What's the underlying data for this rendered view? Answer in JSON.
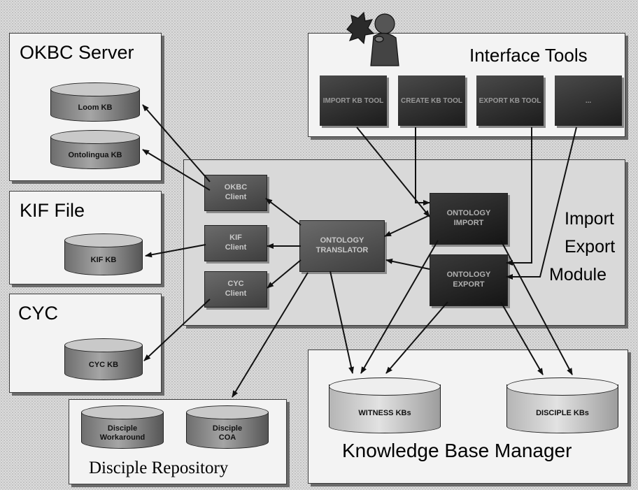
{
  "panels": {
    "okbc_server": "OKBC Server",
    "kif_file": "KIF File",
    "cyc": "CYC",
    "interface_tools": "Interface Tools",
    "import_export_module": [
      "Import",
      "Export",
      "Module"
    ],
    "disciple_repository": "Disciple Repository",
    "kb_manager": "Knowledge Base Manager"
  },
  "databases": {
    "loom_kb": "Loom KB",
    "ontolingua_kb": "Ontolingua KB",
    "kif_kb": "KIF KB",
    "cyc_kb": "CYC KB",
    "witness_kbs": "WITNESS KBs",
    "disciple_kbs": "DISCIPLE KBs",
    "disciple_workaround": [
      "Disciple",
      "Workaround"
    ],
    "disciple_coa": [
      "Disciple",
      "COA"
    ]
  },
  "tools": [
    "IMPORT KB TOOL",
    "CREATE KB TOOL",
    "EXPORT KB TOOL",
    "..."
  ],
  "clients": {
    "okbc": [
      "OKBC",
      "Client"
    ],
    "kif": [
      "KIF",
      "Client"
    ],
    "cyc": [
      "CYC",
      "Client"
    ]
  },
  "modules": {
    "translator": [
      "ONTOLOGY",
      "TRANSLATOR"
    ],
    "importer": [
      "ONTOLOGY",
      "IMPORT"
    ],
    "exporter": [
      "ONTOLOGY",
      "EXPORT"
    ]
  },
  "colors": {
    "line": "#111111",
    "panel": "#f3f3f3",
    "module_bg": "#d9d9d9"
  }
}
